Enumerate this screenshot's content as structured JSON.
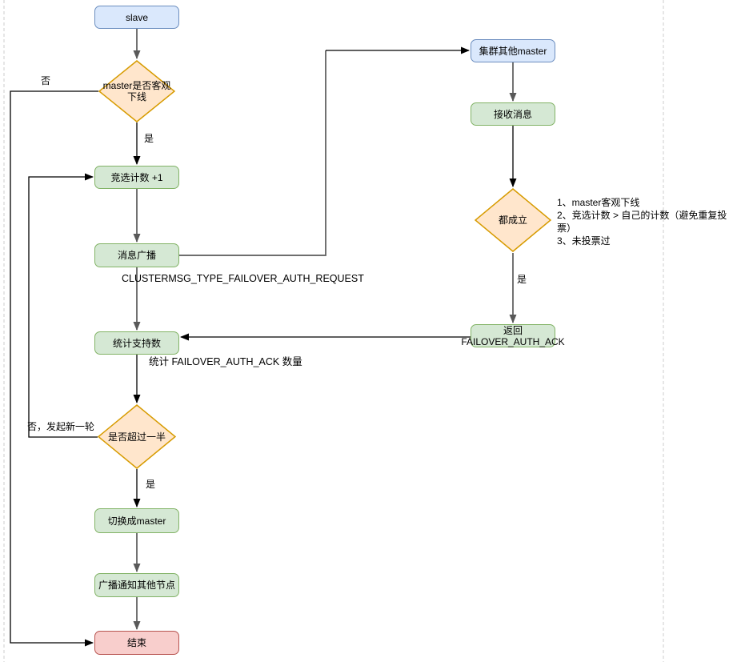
{
  "nodes": {
    "slave": {
      "label": "slave"
    },
    "check_master_offline": {
      "label": "master是否客观下线"
    },
    "election_count": {
      "label": "竞选计数 +1"
    },
    "broadcast_message": {
      "label": "消息广播"
    },
    "count_support": {
      "label": "统计支持数"
    },
    "check_majority": {
      "label": "是否超过一半"
    },
    "switch_to_master": {
      "label": "切换成master"
    },
    "notify_other_nodes": {
      "label": "广播通知其他节点"
    },
    "end": {
      "label": "结束"
    },
    "cluster_other_masters": {
      "label": "集群其他master"
    },
    "receive_message": {
      "label": "接收消息"
    },
    "check_conditions": {
      "label": "都成立"
    },
    "return_ack": {
      "label": "返回\nFAILOVER_AUTH_ACK"
    }
  },
  "edge_labels": {
    "no_top": "否",
    "yes_after_offline_check": "是",
    "broadcast_request": "CLUSTERMSG_TYPE_FAILOVER_AUTH_REQUEST",
    "count_ack_note": "统计 FAILOVER_AUTH_ACK 数量",
    "no_new_round": "否，发起新一轮",
    "yes_after_majority": "是",
    "yes_after_conditions": "是"
  },
  "annotations": {
    "vote_conditions": "1、master客观下线\n2、竞选计数 > 自己的计数（避免重复投票）\n3、未投票过"
  },
  "colors": {
    "blue_fill": "#dae8fc",
    "blue_stroke": "#6c8ebf",
    "green_fill": "#d5e8d4",
    "green_stroke": "#82b366",
    "orange_fill": "#ffe6cc",
    "orange_stroke": "#d79b00",
    "red_fill": "#f8cecc",
    "red_stroke": "#b85450",
    "edge_gray": "#595959",
    "edge_black": "#000000",
    "page_guide": "#cccccc"
  }
}
